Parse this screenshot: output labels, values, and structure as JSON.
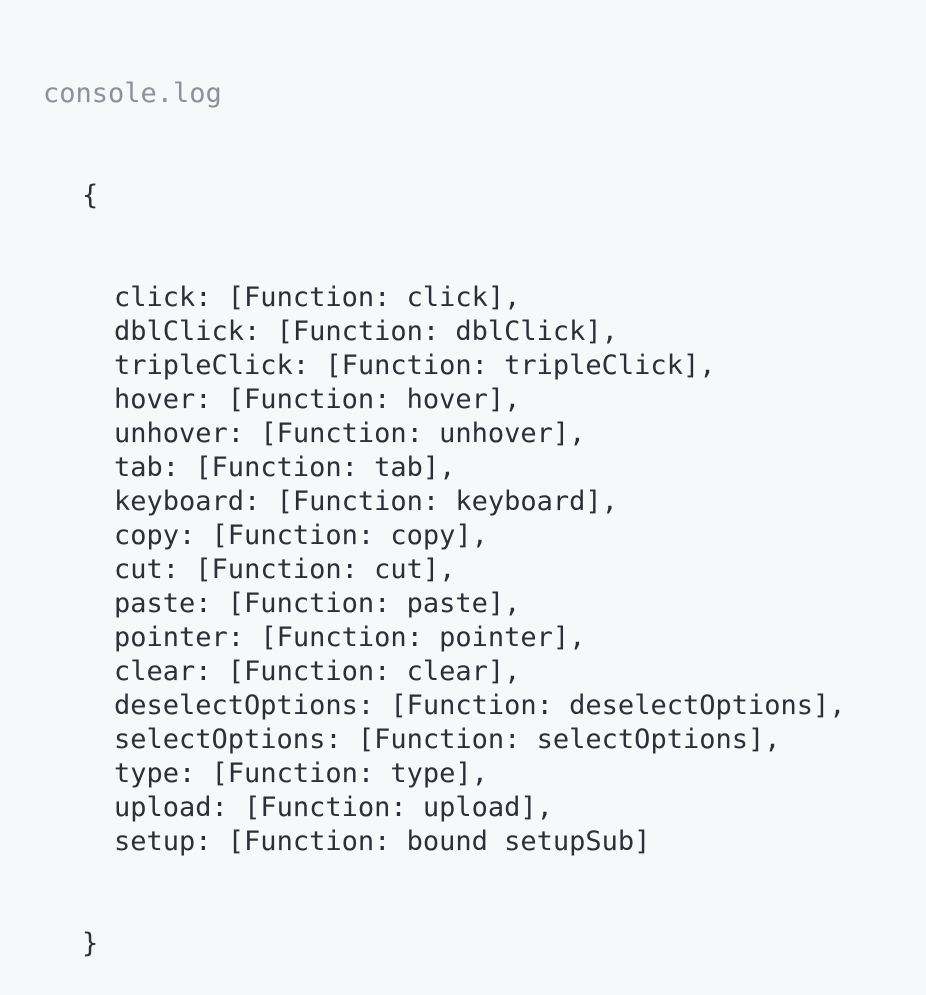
{
  "colors": {
    "background": "#f7f8f9",
    "text": "#2b3038",
    "muted": "#8b929a"
  },
  "console": {
    "label": "console.log",
    "object": {
      "open_brace": "{",
      "close_brace": "}",
      "entries": [
        {
          "key": "click",
          "value": "[Function: click]",
          "suffix": ","
        },
        {
          "key": "dblClick",
          "value": "[Function: dblClick]",
          "suffix": ","
        },
        {
          "key": "tripleClick",
          "value": "[Function: tripleClick]",
          "suffix": ","
        },
        {
          "key": "hover",
          "value": "[Function: hover]",
          "suffix": ","
        },
        {
          "key": "unhover",
          "value": "[Function: unhover]",
          "suffix": ","
        },
        {
          "key": "tab",
          "value": "[Function: tab]",
          "suffix": ","
        },
        {
          "key": "keyboard",
          "value": "[Function: keyboard]",
          "suffix": ","
        },
        {
          "key": "copy",
          "value": "[Function: copy]",
          "suffix": ","
        },
        {
          "key": "cut",
          "value": "[Function: cut]",
          "suffix": ","
        },
        {
          "key": "paste",
          "value": "[Function: paste]",
          "suffix": ","
        },
        {
          "key": "pointer",
          "value": "[Function: pointer]",
          "suffix": ","
        },
        {
          "key": "clear",
          "value": "[Function: clear]",
          "suffix": ","
        },
        {
          "key": "deselectOptions",
          "value": "[Function: deselectOptions]",
          "suffix": ","
        },
        {
          "key": "selectOptions",
          "value": "[Function: selectOptions]",
          "suffix": ","
        },
        {
          "key": "type",
          "value": "[Function: type]",
          "suffix": ","
        },
        {
          "key": "upload",
          "value": "[Function: upload]",
          "suffix": ","
        },
        {
          "key": "setup",
          "value": "[Function: bound setupSub]",
          "suffix": ""
        }
      ]
    }
  }
}
